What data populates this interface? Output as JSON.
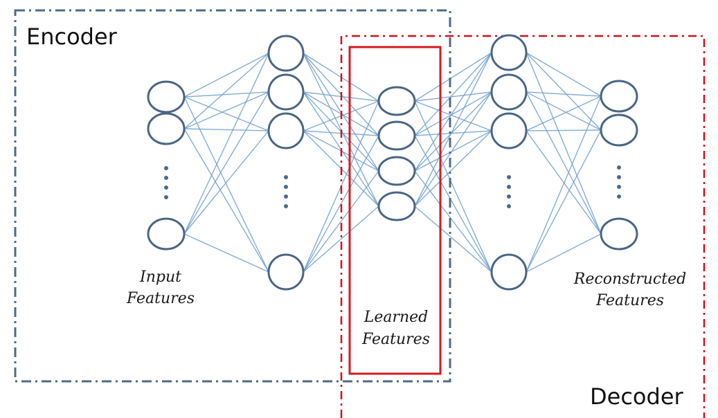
{
  "title": "Autoencoder architecture",
  "labels": {
    "encoder": "Encoder",
    "decoder": "Decoder",
    "input_features": [
      "Input",
      "Features"
    ],
    "learned_features": [
      "Learned",
      "Features"
    ],
    "reconstructed_features": [
      "Reconstructed",
      "Features"
    ]
  },
  "colors": {
    "encoder_box": "#4e6a85",
    "decoder_box": "#d0101a",
    "learned_box": "#d41a1f",
    "node_stroke": "#4a6584",
    "edge": "#6f9fd0",
    "ellipsis_dot": "#4e6a85",
    "text": "#111111"
  },
  "network": {
    "layers": [
      {
        "name": "input",
        "visible_nodes": 3,
        "ellipsis_after": 2
      },
      {
        "name": "encoder-hidden",
        "visible_nodes": 4,
        "ellipsis_after": 3
      },
      {
        "name": "bottleneck",
        "visible_nodes": 4,
        "ellipsis_after": null
      },
      {
        "name": "decoder-hidden",
        "visible_nodes": 4,
        "ellipsis_after": 3
      },
      {
        "name": "output",
        "visible_nodes": 3,
        "ellipsis_after": 2
      }
    ],
    "connectivity": "fully-connected"
  }
}
